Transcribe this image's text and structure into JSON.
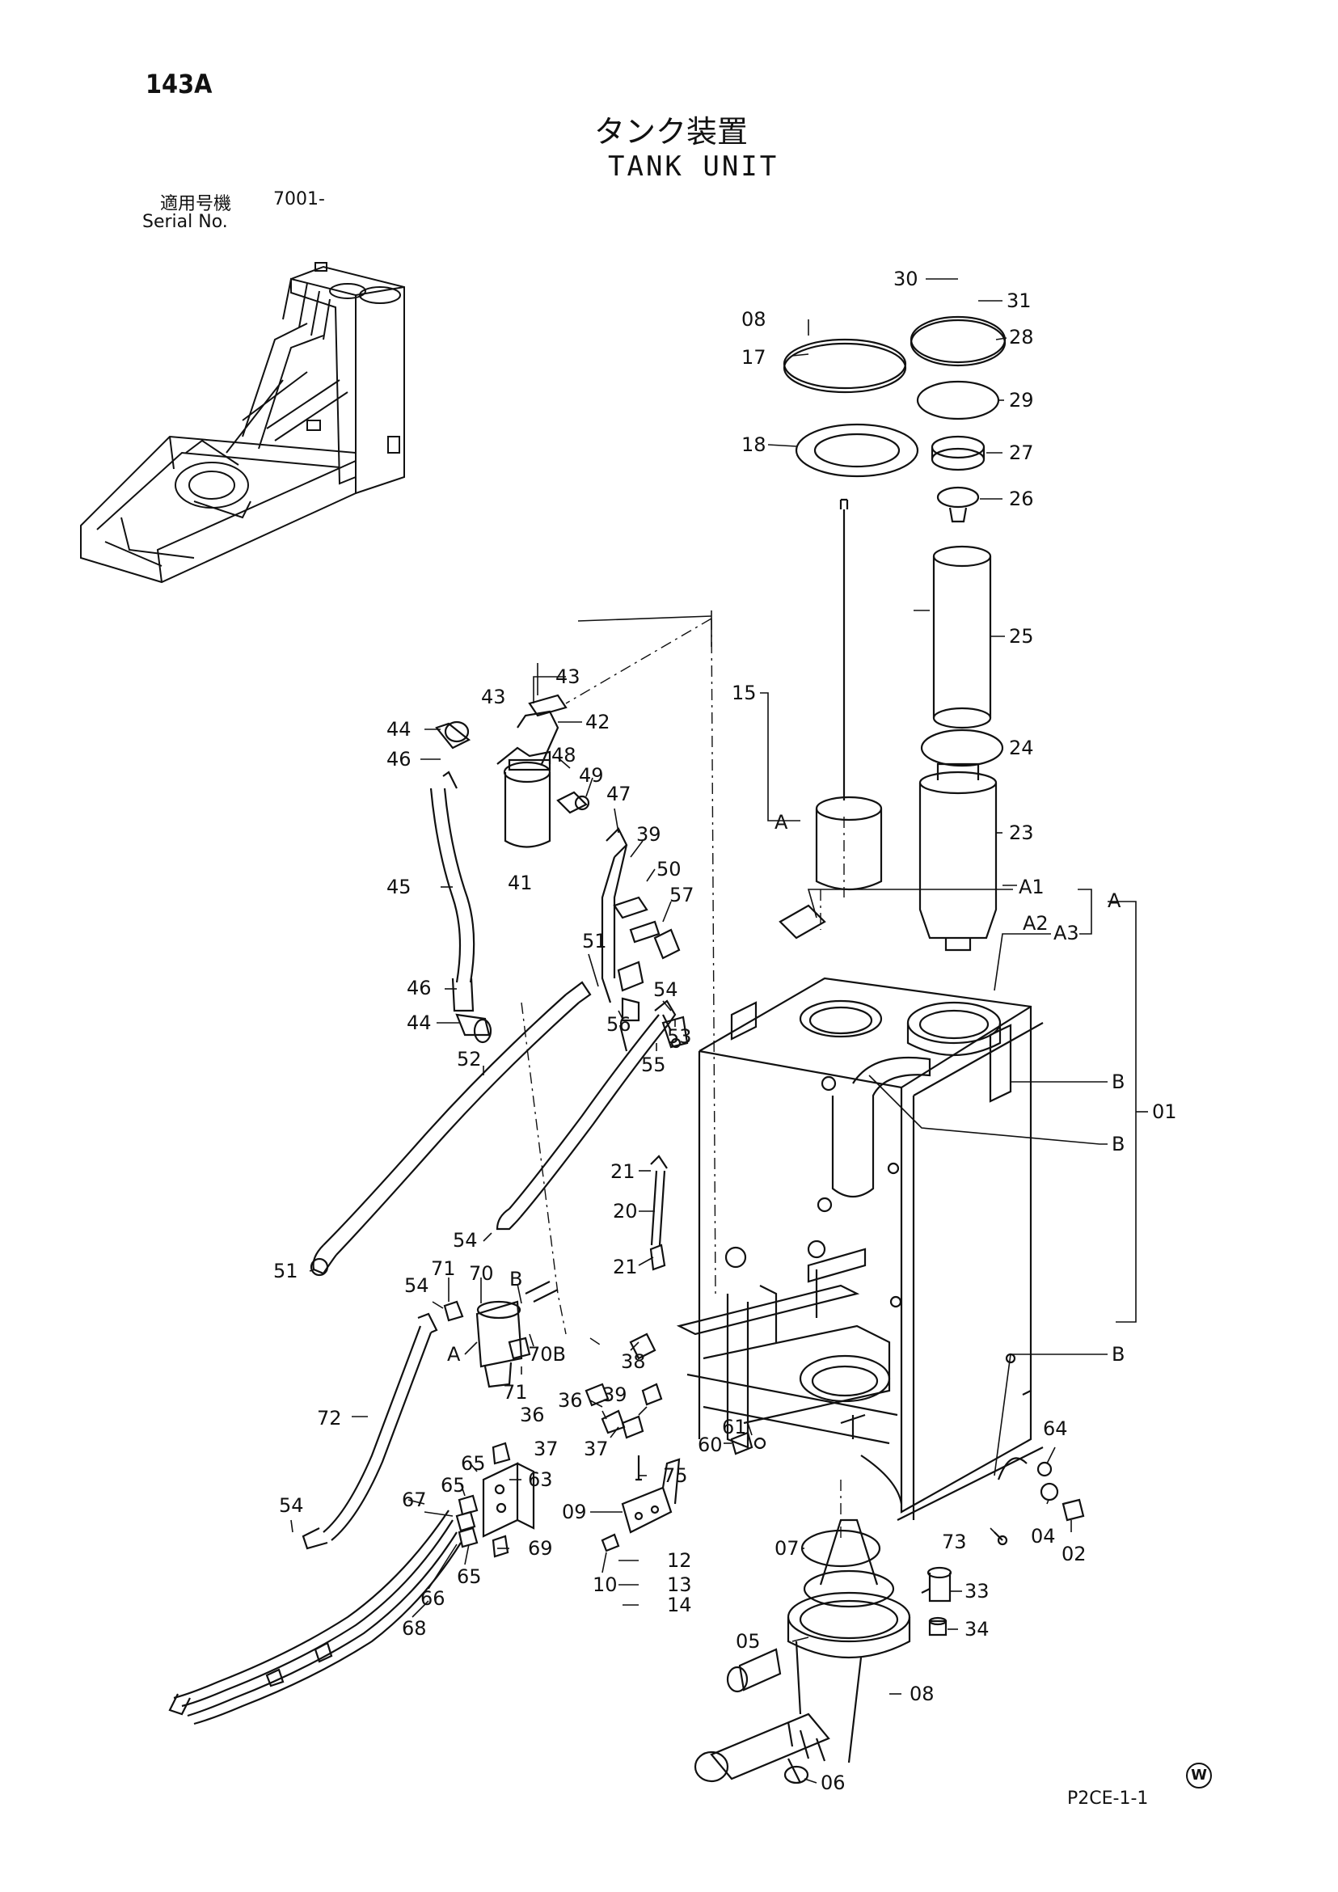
{
  "page_number": "143A",
  "title_jp": "タンク装置",
  "title_en": "TANK UNIT",
  "serial_label_jp": "適用号機",
  "serial_value": "7001-",
  "serial_label_en": "Serial No.",
  "doc_code": "P2CE-1-1",
  "watermark_mark": "W",
  "labels": {
    "l30": "30",
    "l31": "31",
    "l08a": "08",
    "l28": "28",
    "l17": "17",
    "l29": "29",
    "l18": "18",
    "l27": "27",
    "l26": "26",
    "l25": "25",
    "l15": "15",
    "l24": "24",
    "l23": "23",
    "lA15": "A",
    "lA1": "A1",
    "lA2": "A2",
    "lAbig": "A",
    "lA3": "A3",
    "lB1": "B",
    "lB2": "B",
    "lB3": "B",
    "l01": "01",
    "l43a": "43",
    "l43b": "43",
    "l42": "42",
    "l44a": "44",
    "l46a": "46",
    "l48": "48",
    "l49": "49",
    "l47": "47",
    "l39a": "39",
    "l50": "50",
    "l41": "41",
    "l45": "45",
    "l57": "57",
    "l51a": "51",
    "l46b": "46",
    "l44b": "44",
    "l54a": "54",
    "l56": "56",
    "l53": "53",
    "l55": "55",
    "l52": "52",
    "l21a": "21",
    "l20": "20",
    "l21b": "21",
    "l54b": "54",
    "l51b": "51",
    "l54c": "54",
    "l71a": "71",
    "l70": "70",
    "lBb": "B",
    "lAa": "A",
    "l70B": "70B",
    "l71b": "71",
    "l38": "38",
    "l36a": "36",
    "l36b": "36",
    "l39b": "39",
    "l37a": "37",
    "l37b": "37",
    "l61": "61",
    "l60": "60",
    "l72": "72",
    "l65a": "65",
    "l65b": "65",
    "l63": "63",
    "l67": "67",
    "l66": "66",
    "l65c": "65",
    "l69": "69",
    "l68": "68",
    "l54d": "54",
    "l75": "75",
    "l09": "09",
    "l12": "12",
    "l10": "10",
    "l13": "13",
    "l14": "14",
    "l07": "07",
    "l73": "73",
    "l64": "64",
    "l04": "04",
    "l02": "02",
    "l33": "33",
    "l34": "34",
    "l05": "05",
    "l08b": "08",
    "l06": "06"
  }
}
